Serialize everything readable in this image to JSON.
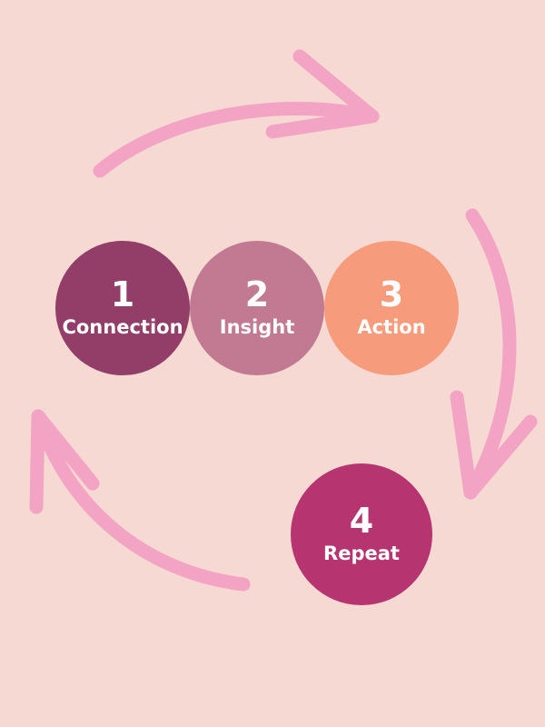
{
  "steps": [
    {
      "number": "1",
      "label": "Connection",
      "color": "#923e68"
    },
    {
      "number": "2",
      "label": "Insight",
      "color": "#c27a92"
    },
    {
      "number": "3",
      "label": "Action",
      "color": "#f69b7b"
    },
    {
      "number": "4",
      "label": "Repeat",
      "color": "#b6346f"
    }
  ],
  "colors": {
    "background": "#f5d9d2",
    "arrow": "#f3a3c4",
    "text": "#ffffff"
  }
}
